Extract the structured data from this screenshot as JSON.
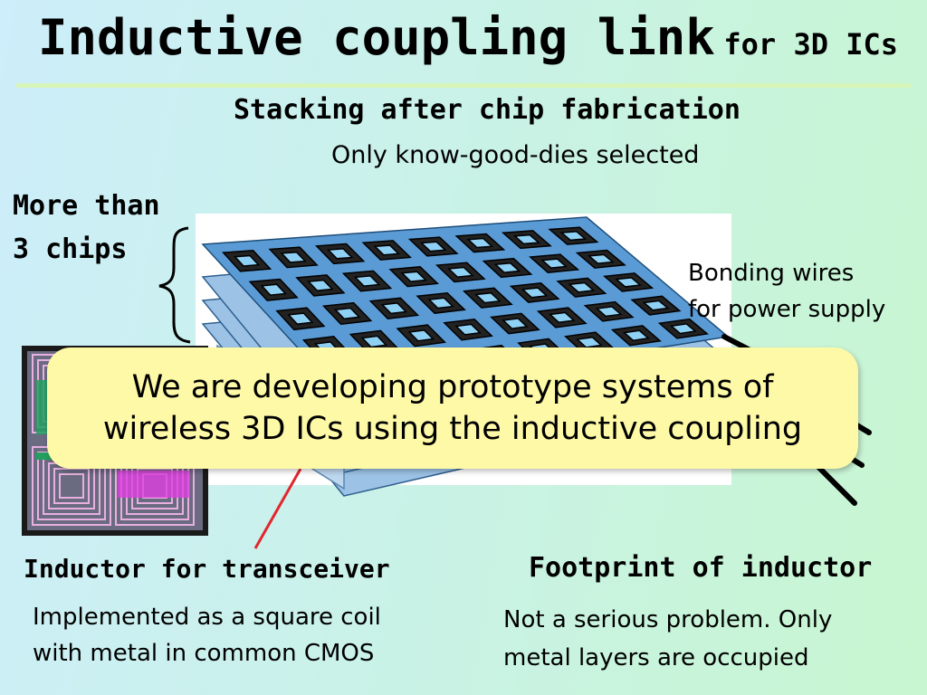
{
  "title": {
    "main": "Inductive coupling link",
    "suffix": "for 3D ICs"
  },
  "stacking": {
    "heading": "Stacking after chip fabrication",
    "subtext": "Only know-good-dies selected"
  },
  "chips_label": [
    "More than",
    "3 chips"
  ],
  "bonding_label": [
    "Bonding wires",
    "for power supply"
  ],
  "callout": [
    "We are developing prototype systems of",
    "wireless 3D ICs using the inductive coupling"
  ],
  "inductor": {
    "heading": "Inductor for transceiver",
    "body": [
      "Implemented as a square coil",
      "with metal in common CMOS"
    ]
  },
  "footprint": {
    "heading": "Footprint of inductor",
    "body": [
      "Not a serious problem. Only",
      "metal layers are occupied"
    ]
  },
  "colors": {
    "chip_blue": "#5b9bd5",
    "coil_dark": "#222222",
    "pointer_red": "#e3262e",
    "callout_bg": "#fdf9a6",
    "layout_magenta": "#e040e0",
    "layout_green": "#22a060"
  },
  "icons": {
    "brace": "left-curly-brace",
    "inductor_layout": "square-coil-layout-image"
  }
}
